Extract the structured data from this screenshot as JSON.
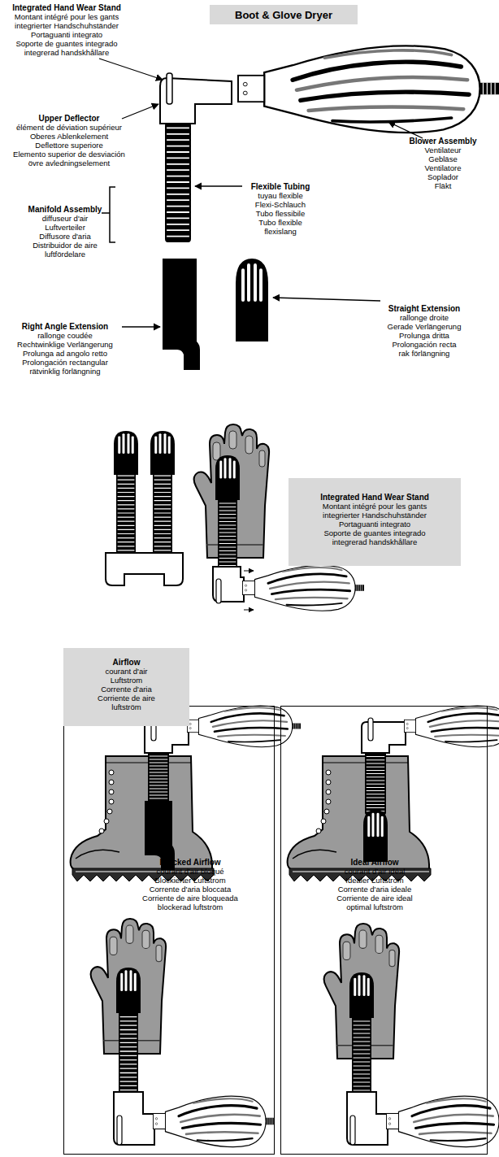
{
  "diagram": {
    "title": "Boot & Glove Dryer",
    "nodes": [
      {
        "text": [
          "Integrated Hand Wear Stand",
          "Montant intégré pour les gants",
          "integrierter Handschuhständer",
          "Portaguanti integrato",
          "Soporte de guantes integrado",
          "integrerad handskhållare"
        ]
      },
      {
        "text": [
          "Airflow",
          "courant d'air",
          "Luftstrom",
          "Corrente d'aria",
          "Corriente de aire",
          "luftström"
        ]
      },
      {
        "text": [
          "Blocked Airflow",
          "courant d'air bloqué",
          "Blockierter Luftstrom",
          "Corrente d'aria bloccata",
          "Corriente de aire bloqueada",
          "blockerad luftström"
        ]
      },
      {
        "text": [
          "Ideal Airflow",
          "courant d'air idéal",
          "Idealer Luftstrom",
          "Corrente d'aria ideale",
          "Corriente de aire ideal",
          "optimal luftström"
        ]
      }
    ],
    "labels": [
      "Integrated Hand Wear Stand",
      "Montant intégré pour les gants",
      "integrierter Handschuhständer",
      "Portaguanti integrato",
      "Soporte de guantes integrado",
      "integrerad handskhållare",
      "Upper Deflector",
      "élément de déviation supérieur",
      "Oberes Ablenkelement",
      "Deflettore superiore",
      "Elemento superior de desviación",
      "övre avledningselement",
      "Manifold Assembly",
      "diffuseur d'air",
      "Luftverteiler",
      "Diffusore d'aria",
      "Distribuidor de aire",
      "luftfördelare",
      "Flexible Tubing",
      "tuyau flexible",
      "Flexi-Schlauch",
      "Tubo flessibile",
      "Tubo flexible",
      "flexislang",
      "Blower Assembly",
      "Ventilateur",
      "Gebläse",
      "Ventilatore",
      "Soplador",
      "Fläkt",
      "Right Angle Extension",
      "rallonge coudée",
      "Rechtwinklige Verlängerung",
      "Prolunga ad angolo retto",
      "Prolongación rectangular",
      "rätvinklig förlängning",
      "Straight Extension",
      "rallonge droite",
      "Gerade Verlängerung",
      "Prolunga dritta",
      "Prolongación recta",
      "rak förlängning"
    ]
  }
}
